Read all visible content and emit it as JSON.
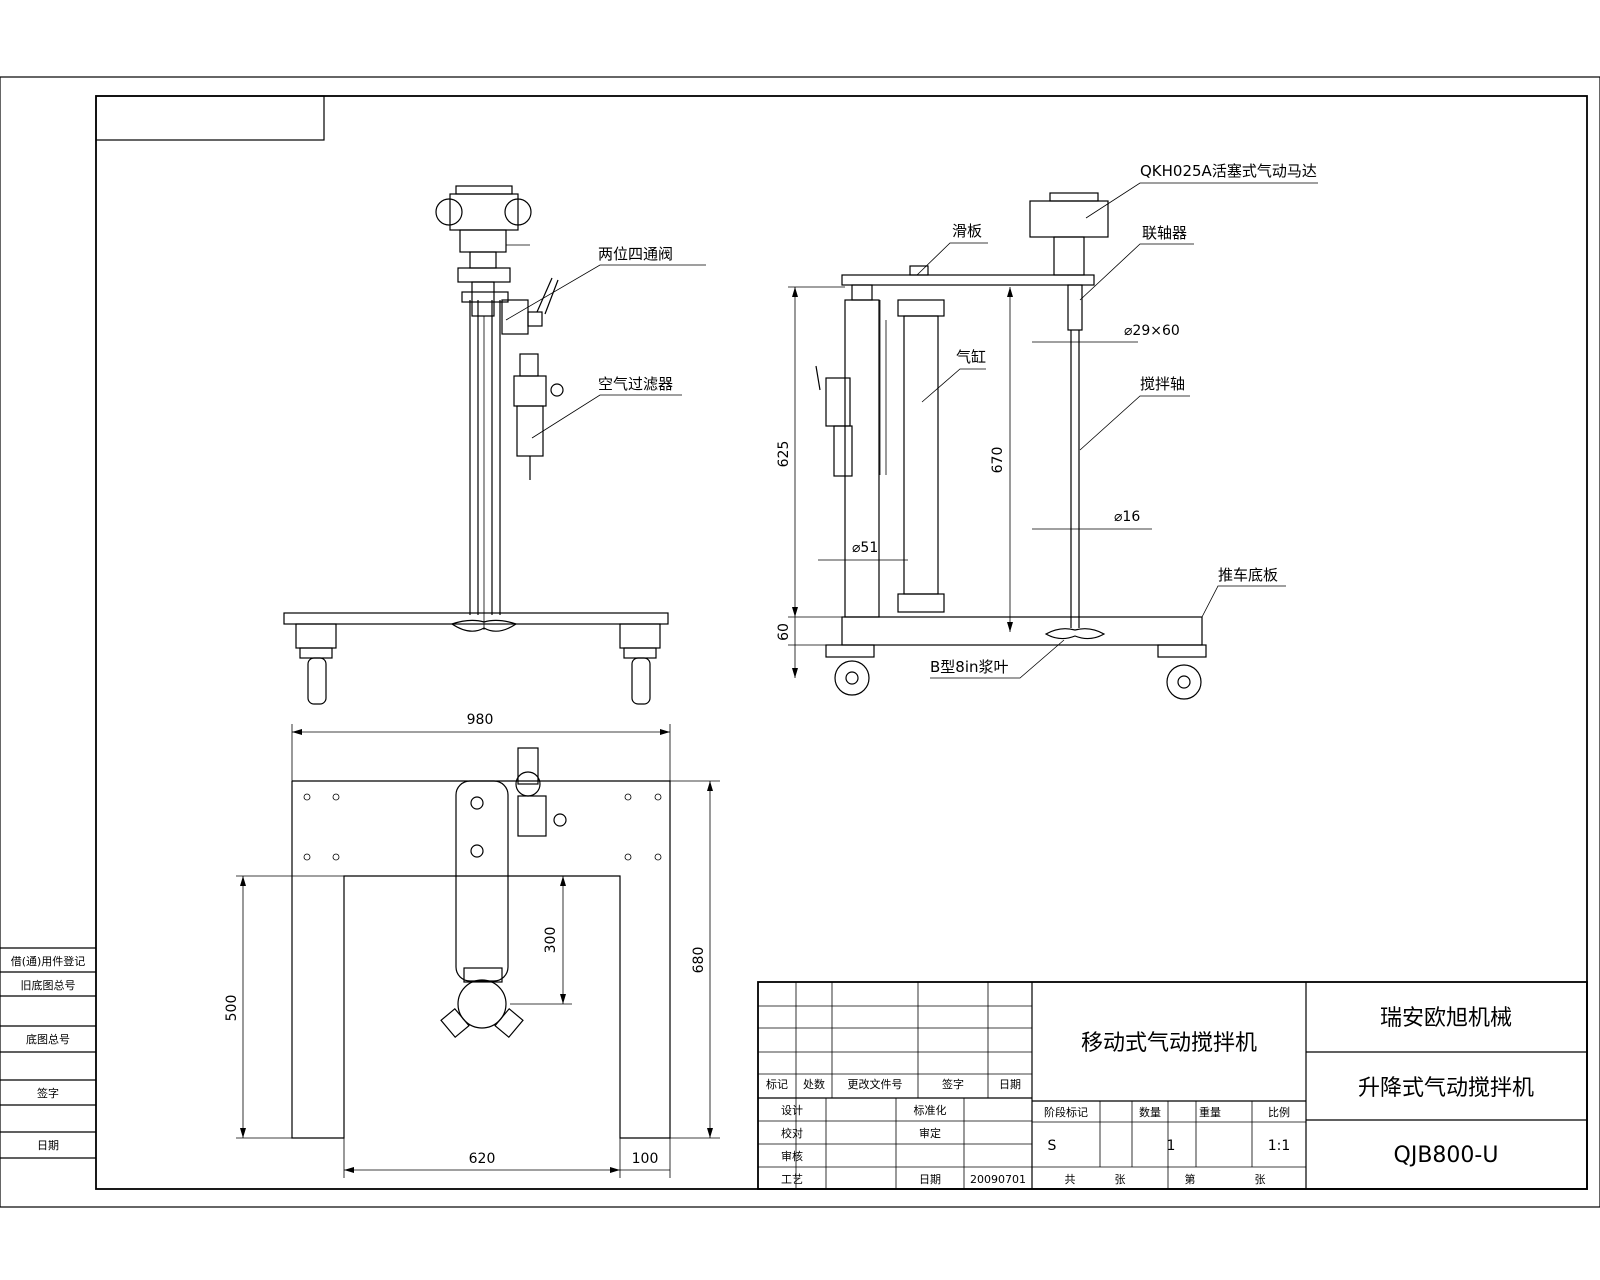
{
  "labels": {
    "motor": "QKH025A活塞式气动马达",
    "valve": "两位四通阀",
    "filter": "空气过滤器",
    "slide_plate": "滑板",
    "coupling": "联轴器",
    "shaft_spec": "⌀29×60",
    "cylinder": "气缸",
    "shaft": "搅拌轴",
    "shaft_dia": "⌀16",
    "rod_dia": "⌀51",
    "base_plate": "推车底板",
    "impeller": "B型8in浆叶"
  },
  "dimensions": {
    "d625": "625",
    "d670": "670",
    "d60": "60",
    "d980": "980",
    "d500": "500",
    "d300": "300",
    "d680": "680",
    "d620": "620",
    "d100": "100"
  },
  "title_block": {
    "product_name": "移动式气动搅拌机",
    "company": "瑞安欧旭机械",
    "subtitle": "升降式气动搅拌机",
    "model": "QJB800-U",
    "rev_headers": [
      "标记",
      "处数",
      "更改文件号",
      "签字",
      "日期"
    ],
    "roles": [
      "设计",
      "校对",
      "审核",
      "工艺"
    ],
    "approve_labels": [
      "标准化",
      "审定",
      "日期"
    ],
    "date": "20090701",
    "stage_headers": [
      "阶段标记",
      "数量",
      "重量",
      "比例"
    ],
    "stage_mark": "S",
    "quantity": "1",
    "scale": "1:1",
    "sheet_total": "共",
    "sheet_total_unit": "张",
    "sheet_no": "第",
    "sheet_no_unit": "张"
  },
  "side_table": [
    "借(通)用件登记",
    "旧底图总号",
    "底图总号",
    "签字",
    "日期"
  ]
}
